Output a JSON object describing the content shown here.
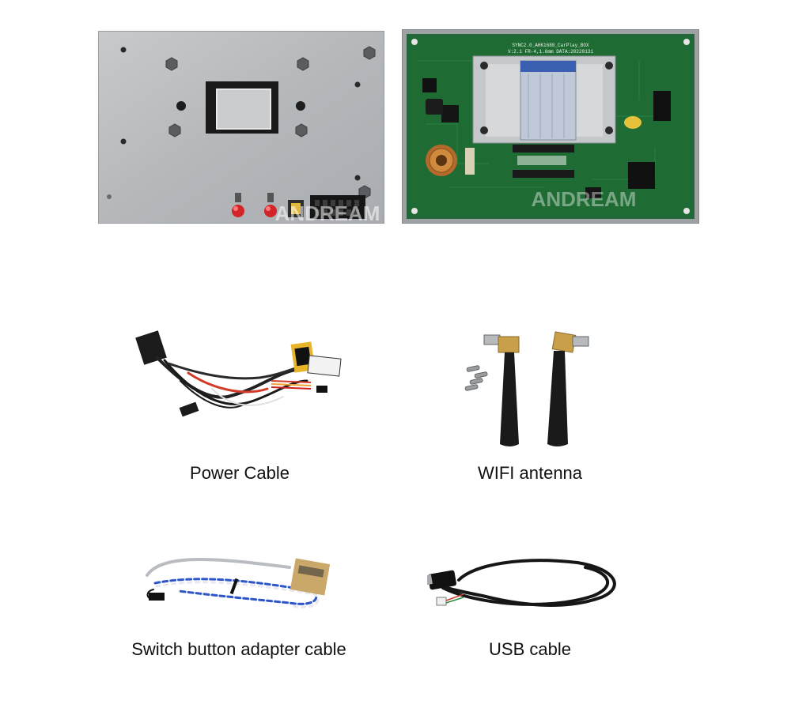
{
  "products": {
    "power_cable": {
      "label": "Power Cable"
    },
    "wifi_antenna": {
      "label": "WIFI antenna"
    },
    "switch_adapter_cable": {
      "label": "Switch button adapter cable"
    },
    "usb_cable": {
      "label": "USB cable"
    }
  },
  "pcb": {
    "silkscreen_line1": "SYNC2.0_AHK1688_CarPlay_BOX",
    "silkscreen_line2": "V:2.1 FR-4,1.6mm  DATA:20220131",
    "brand_watermark": "ANDREAM"
  },
  "colors": {
    "metal_case": "#b9bcbf",
    "pcb_green": "#1f6b34",
    "background": "#ffffff"
  }
}
